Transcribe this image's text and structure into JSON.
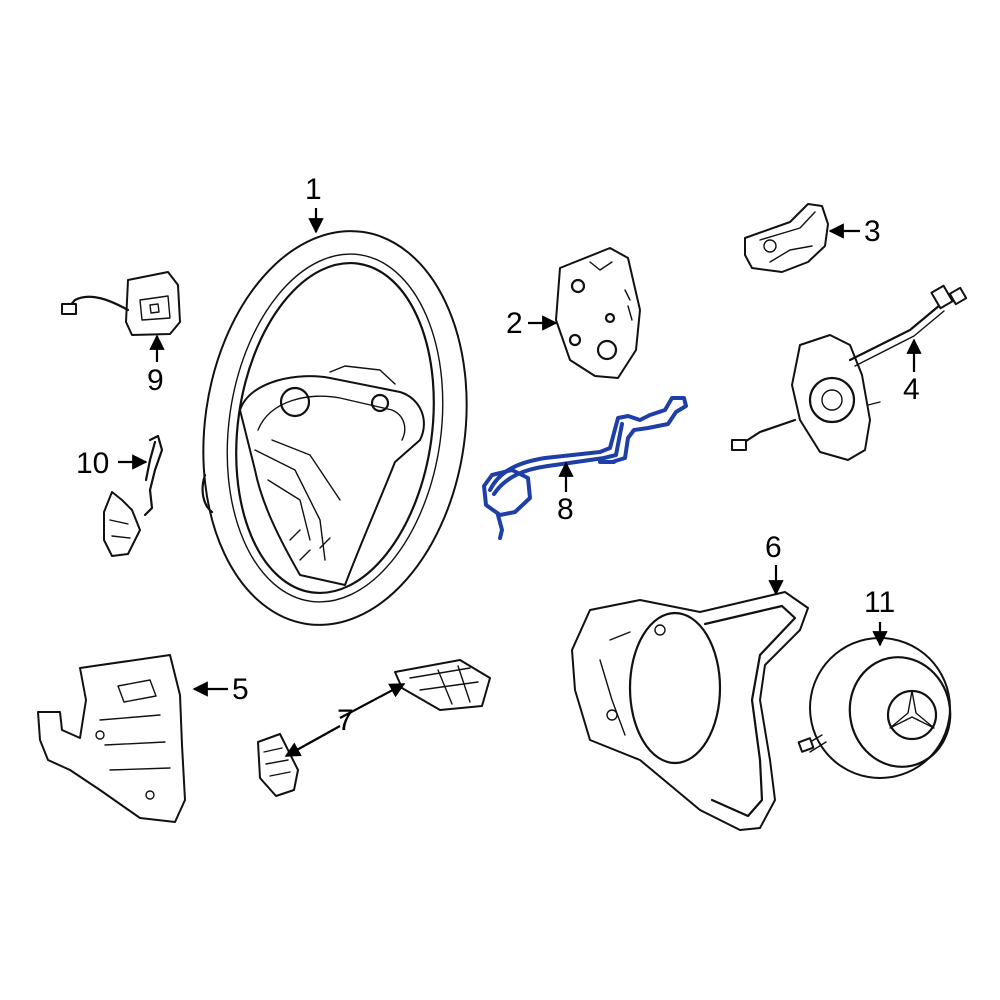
{
  "callouts": [
    {
      "id": "1",
      "text": "1"
    },
    {
      "id": "2",
      "text": "2"
    },
    {
      "id": "3",
      "text": "3"
    },
    {
      "id": "4",
      "text": "4"
    },
    {
      "id": "5",
      "text": "5"
    },
    {
      "id": "6",
      "text": "6"
    },
    {
      "id": "7",
      "text": "7"
    },
    {
      "id": "8",
      "text": "8"
    },
    {
      "id": "9",
      "text": "9"
    },
    {
      "id": "10",
      "text": "10"
    },
    {
      "id": "11",
      "text": "11"
    }
  ],
  "highlight_color": "#1f3fa8",
  "highlighted_part": "8"
}
